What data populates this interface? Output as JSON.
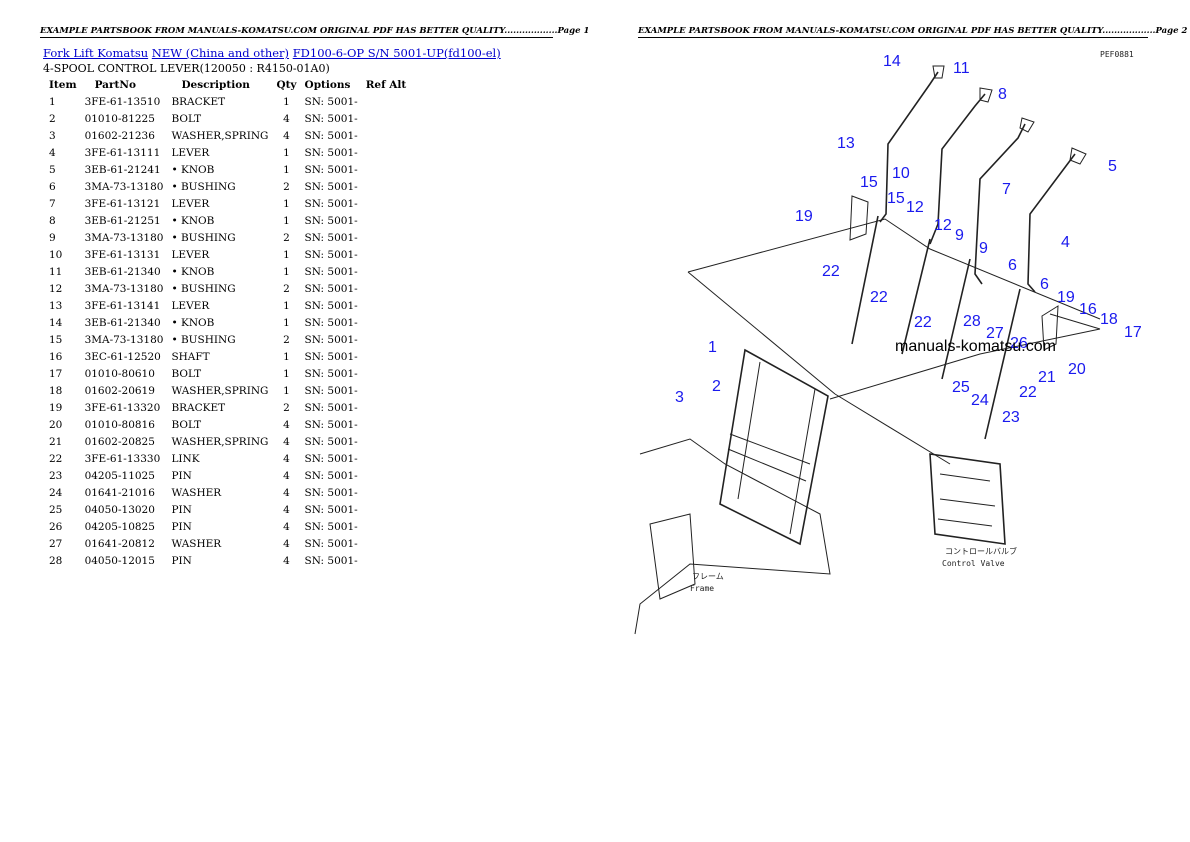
{
  "header": {
    "page1": "EXAMPLE PARTSBOOK FROM MANUALS-KOMATSU.COM ORIGINAL PDF HAS BETTER QUALITY..................Page 1",
    "page2": "EXAMPLE PARTSBOOK FROM MANUALS-KOMATSU.COM ORIGINAL PDF HAS BETTER QUALITY..................Page 2"
  },
  "breadcrumb": {
    "link1": "Fork Lift Komatsu",
    "link2": "NEW (China and other)",
    "link3": "FD100-6-OP S/N 5001-UP(fd100-el)"
  },
  "subtitle": "4-SPOOL CONTROL LEVER(120050 : R4150-01A0)",
  "table": {
    "headers": [
      "Item",
      "PartNo",
      "Description",
      "Qty",
      "Options",
      "Ref Alt"
    ],
    "rows": [
      [
        "1",
        "3FE-61-13510",
        "BRACKET",
        "1",
        "SN: 5001-",
        ""
      ],
      [
        "2",
        "01010-81225",
        "BOLT",
        "4",
        "SN: 5001-",
        ""
      ],
      [
        "3",
        "01602-21236",
        "WASHER,SPRING",
        "4",
        "SN: 5001-",
        ""
      ],
      [
        "4",
        "3FE-61-13111",
        "LEVER",
        "1",
        "SN: 5001-",
        ""
      ],
      [
        "5",
        "3EB-61-21241",
        "• KNOB",
        "1",
        "SN: 5001-",
        ""
      ],
      [
        "6",
        "3MA-73-13180",
        "• BUSHING",
        "2",
        "SN: 5001-",
        ""
      ],
      [
        "7",
        "3FE-61-13121",
        "LEVER",
        "1",
        "SN: 5001-",
        ""
      ],
      [
        "8",
        "3EB-61-21251",
        "• KNOB",
        "1",
        "SN: 5001-",
        ""
      ],
      [
        "9",
        "3MA-73-13180",
        "• BUSHING",
        "2",
        "SN: 5001-",
        ""
      ],
      [
        "10",
        "3FE-61-13131",
        "LEVER",
        "1",
        "SN: 5001-",
        ""
      ],
      [
        "11",
        "3EB-61-21340",
        "• KNOB",
        "1",
        "SN: 5001-",
        ""
      ],
      [
        "12",
        "3MA-73-13180",
        "• BUSHING",
        "2",
        "SN: 5001-",
        ""
      ],
      [
        "13",
        "3FE-61-13141",
        "LEVER",
        "1",
        "SN: 5001-",
        ""
      ],
      [
        "14",
        "3EB-61-21340",
        "• KNOB",
        "1",
        "SN: 5001-",
        ""
      ],
      [
        "15",
        "3MA-73-13180",
        "• BUSHING",
        "2",
        "SN: 5001-",
        ""
      ],
      [
        "16",
        "3EC-61-12520",
        "SHAFT",
        "1",
        "SN: 5001-",
        ""
      ],
      [
        "17",
        "01010-80610",
        "BOLT",
        "1",
        "SN: 5001-",
        ""
      ],
      [
        "18",
        "01602-20619",
        "WASHER,SPRING",
        "1",
        "SN: 5001-",
        ""
      ],
      [
        "19",
        "3FE-61-13320",
        "BRACKET",
        "2",
        "SN: 5001-",
        ""
      ],
      [
        "20",
        "01010-80816",
        "BOLT",
        "4",
        "SN: 5001-",
        ""
      ],
      [
        "21",
        "01602-20825",
        "WASHER,SPRING",
        "4",
        "SN: 5001-",
        ""
      ],
      [
        "22",
        "3FE-61-13330",
        "LINK",
        "4",
        "SN: 5001-",
        ""
      ],
      [
        "23",
        "04205-11025",
        "PIN",
        "4",
        "SN: 5001-",
        ""
      ],
      [
        "24",
        "01641-21016",
        "WASHER",
        "4",
        "SN: 5001-",
        ""
      ],
      [
        "25",
        "04050-13020",
        "PIN",
        "4",
        "SN: 5001-",
        ""
      ],
      [
        "26",
        "04205-10825",
        "PIN",
        "4",
        "SN: 5001-",
        ""
      ],
      [
        "27",
        "01641-20812",
        "WASHER",
        "4",
        "SN: 5001-",
        ""
      ],
      [
        "28",
        "04050-12015",
        "PIN",
        "4",
        "SN: 5001-",
        ""
      ]
    ]
  },
  "diagram": {
    "code": "PEF0881",
    "watermark": "manuals-komatsu.com",
    "valve_jp": "コントロールバルブ",
    "valve_en": "Control Valve",
    "frame_jp": "フレーム",
    "frame_en": "Frame",
    "callouts": [
      "14",
      "11",
      "8",
      "5",
      "13",
      "10",
      "7",
      "4",
      "15",
      "15",
      "12",
      "12",
      "9",
      "9",
      "6",
      "6",
      "19",
      "19",
      "16",
      "18",
      "17",
      "22",
      "22",
      "22",
      "28",
      "27",
      "26",
      "21",
      "20",
      "1",
      "2",
      "3",
      "25",
      "24",
      "23",
      "22"
    ],
    "callout_color": "#1a1aee"
  }
}
